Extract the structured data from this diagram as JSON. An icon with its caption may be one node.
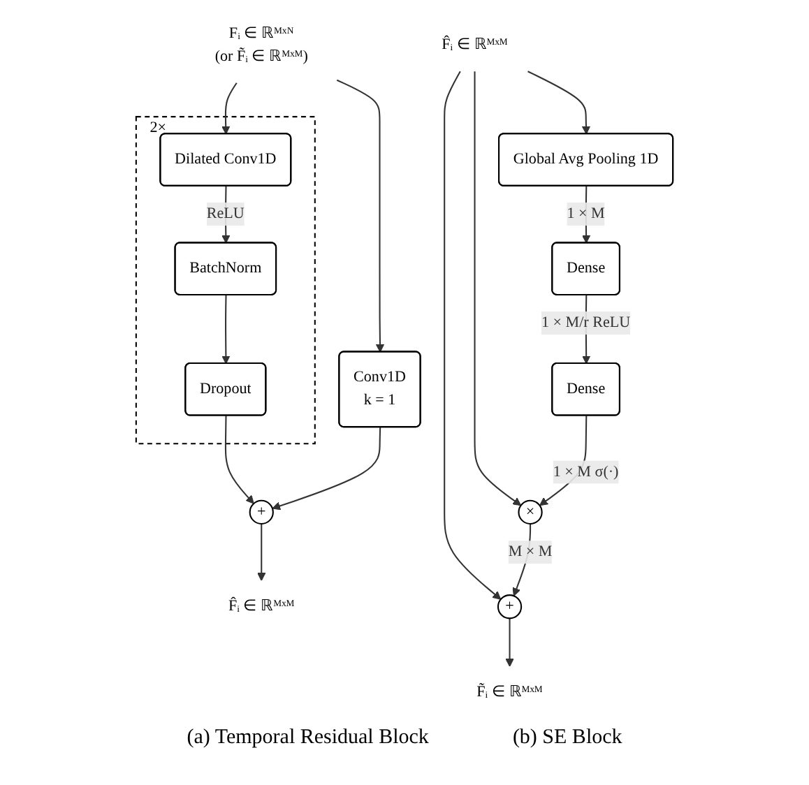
{
  "diagram": {
    "nodes": [
      {
        "text": [
          "Fᵢ ∈ ℝᴹˣᴺ",
          "(or F̃ᵢ ∈ ℝᴹˣᴹ)"
        ]
      },
      {
        "text": [
          "2×"
        ]
      },
      {
        "text": [
          "Dilated Conv1D"
        ],
        "in": 1
      },
      {
        "text": [
          "BatchNorm"
        ],
        "in": 1
      },
      {
        "text": [
          "Dropout"
        ],
        "in": 1
      },
      {
        "text": [
          "Conv1D",
          "k = 1"
        ]
      },
      {
        "text": [
          "+"
        ]
      },
      {
        "text": [
          "F̂ᵢ ∈ ℝᴹˣᴹ"
        ]
      },
      {
        "text": [
          "F̂ᵢ ∈ ℝᴹˣᴹ"
        ]
      },
      {
        "text": [
          "Global Avg Pooling 1D"
        ]
      },
      {
        "text": [
          "Dense"
        ]
      },
      {
        "text": [
          "Dense"
        ]
      },
      {
        "text": [
          "×"
        ]
      },
      {
        "text": [
          "+"
        ]
      },
      {
        "text": [
          "F̃ᵢ ∈ ℝᴹˣᴹ"
        ]
      }
    ],
    "edges": [
      {
        "from": 0,
        "to": 2,
        "arrow": "to"
      },
      {
        "from": 0,
        "to": 5,
        "arrow": "to"
      },
      {
        "from": 2,
        "to": 3,
        "arrow": "to",
        "label": "ReLU"
      },
      {
        "from": 3,
        "to": 4,
        "arrow": "to"
      },
      {
        "from": 4,
        "to": 6,
        "arrow": "to"
      },
      {
        "from": 5,
        "to": 6,
        "arrow": "to"
      },
      {
        "from": 6,
        "to": 7,
        "arrow": "to"
      },
      {
        "from": 8,
        "to": 9,
        "arrow": "to"
      },
      {
        "from": 8,
        "to": 12,
        "arrow": "to"
      },
      {
        "from": 8,
        "to": 13,
        "arrow": "to"
      },
      {
        "from": 9,
        "to": 10,
        "arrow": "to",
        "label": "1 × M"
      },
      {
        "from": 10,
        "to": 11,
        "arrow": "to",
        "label": "1 × M/r ReLU"
      },
      {
        "from": 11,
        "to": 12,
        "arrow": "to",
        "label": "1 × M σ(·)"
      },
      {
        "from": 12,
        "to": 13,
        "arrow": "to",
        "label": "M × M"
      },
      {
        "from": 13,
        "to": 14,
        "arrow": "to"
      }
    ],
    "labels": [
      "(a) Temporal Residual Block",
      "(b) SE Block"
    ]
  }
}
